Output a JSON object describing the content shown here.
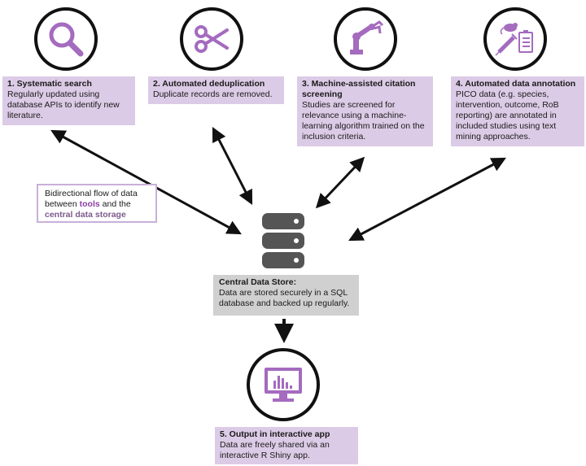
{
  "steps": [
    {
      "title": "1. Systematic search",
      "desc": "Regularly updated using database APIs to identify new literature.",
      "icon": "magnifier-icon"
    },
    {
      "title": "2. Automated deduplication",
      "desc": "Duplicate records are removed.",
      "icon": "scissors-icon"
    },
    {
      "title": "3. Machine-assisted citation screening",
      "desc": "Studies are screened for relevance using a machine-learning algorithm trained on the inclusion criteria.",
      "icon": "robot-arm-icon"
    },
    {
      "title": "4. Automated data annotation",
      "desc": "PICO data (e.g. species, intervention, outcome, RoB reporting) are annotated in included studies using text mining approaches.",
      "icon": "mouse-syringe-clipboard-icon"
    }
  ],
  "legend": {
    "pre": "Bidirectional flow of data between ",
    "tools": "tools",
    "mid": " and the ",
    "storage": "central data storage"
  },
  "central": {
    "title": "Central Data Store:",
    "desc": "Data are stored securely in a SQL database and backed up regularly.",
    "icon": "database-icon"
  },
  "output": {
    "title": "5. Output in interactive app",
    "desc": "Data are freely shared via an interactive R Shiny app.",
    "icon": "monitor-chart-icon"
  },
  "colors": {
    "accent": "#a46bbf",
    "box": "#dccbe6",
    "central": "#d0d0d0"
  }
}
